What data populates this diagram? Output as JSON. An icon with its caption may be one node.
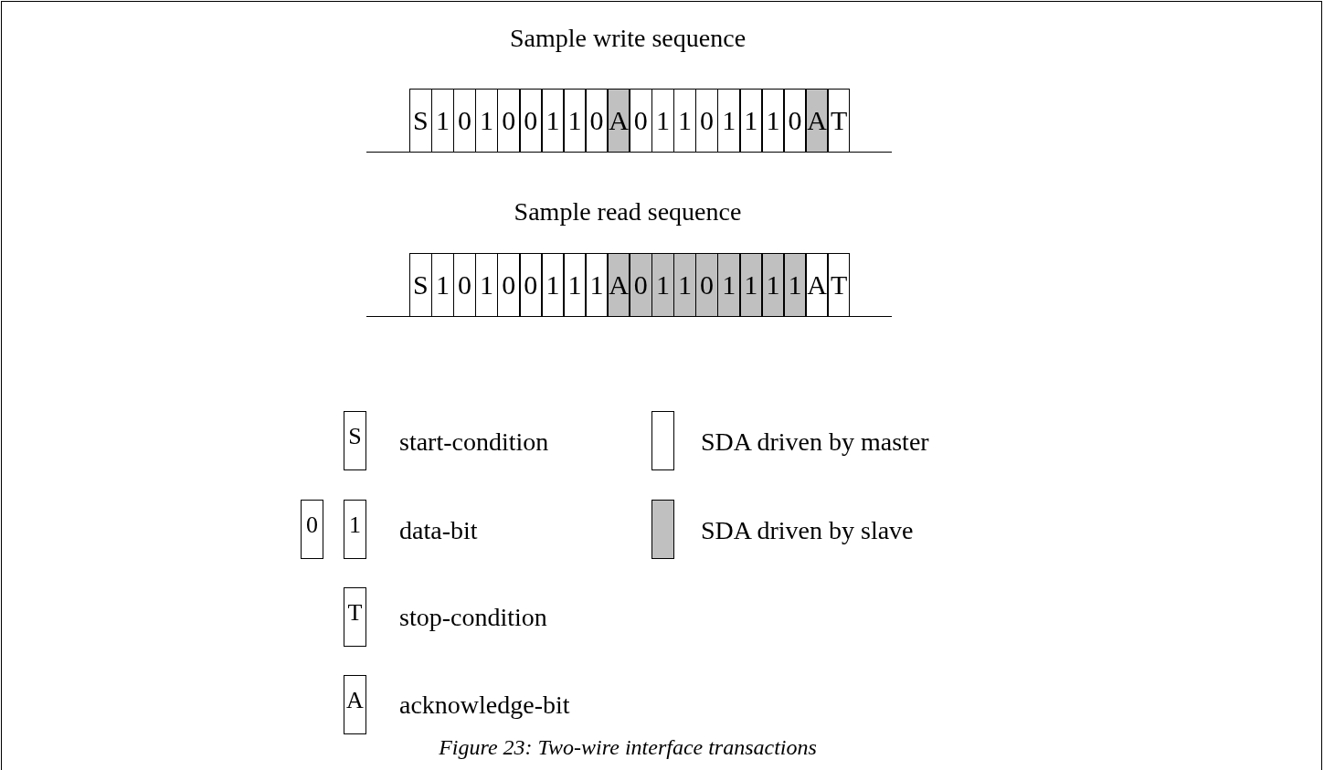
{
  "diagram": {
    "caption": "Figure 23: Two-wire interface transactions",
    "nodes": [
      {
        "text": [
          "S"
        ]
      },
      {
        "text": [
          "1"
        ]
      },
      {
        "text": [
          "0"
        ]
      },
      {
        "text": [
          "1"
        ]
      },
      {
        "text": [
          "0"
        ]
      },
      {
        "text": [
          "0"
        ]
      },
      {
        "text": [
          "1"
        ]
      },
      {
        "text": [
          "1"
        ]
      },
      {
        "text": [
          "0"
        ]
      },
      {
        "text": [
          "A"
        ]
      },
      {
        "text": [
          "0"
        ]
      },
      {
        "text": [
          "1"
        ]
      },
      {
        "text": [
          "1"
        ]
      },
      {
        "text": [
          "0"
        ]
      },
      {
        "text": [
          "1"
        ]
      },
      {
        "text": [
          "1"
        ]
      },
      {
        "text": [
          "1"
        ]
      },
      {
        "text": [
          "0"
        ]
      },
      {
        "text": [
          "A"
        ]
      },
      {
        "text": [
          "T"
        ]
      },
      {
        "text": [
          "S"
        ]
      },
      {
        "text": [
          "1"
        ]
      },
      {
        "text": [
          "0"
        ]
      },
      {
        "text": [
          "1"
        ]
      },
      {
        "text": [
          "0"
        ]
      },
      {
        "text": [
          "0"
        ]
      },
      {
        "text": [
          "1"
        ]
      },
      {
        "text": [
          "1"
        ]
      },
      {
        "text": [
          "1"
        ]
      },
      {
        "text": [
          "A"
        ]
      },
      {
        "text": [
          "0"
        ]
      },
      {
        "text": [
          "1"
        ]
      },
      {
        "text": [
          "1"
        ]
      },
      {
        "text": [
          "0"
        ]
      },
      {
        "text": [
          "1"
        ]
      },
      {
        "text": [
          "1"
        ]
      },
      {
        "text": [
          "1"
        ]
      },
      {
        "text": [
          "1"
        ]
      },
      {
        "text": [
          "A"
        ]
      },
      {
        "text": [
          "T"
        ]
      },
      {
        "text": [
          "S"
        ]
      },
      {
        "text": [
          "0"
        ]
      },
      {
        "text": [
          "1"
        ]
      },
      {
        "text": [
          "T"
        ]
      },
      {
        "text": [
          "A"
        ]
      }
    ],
    "labels": [
      "Sample write sequence",
      "Sample read sequence"
    ],
    "legend": [
      {
        "text": "start-condition"
      },
      {
        "text": "SDA driven by master",
        "color": "#ffffff"
      },
      {
        "text": "data-bit"
      },
      {
        "text": "SDA driven by slave",
        "color": "#c0c0c0"
      },
      {
        "text": "stop-condition"
      },
      {
        "text": "acknowledge-bit"
      }
    ]
  }
}
